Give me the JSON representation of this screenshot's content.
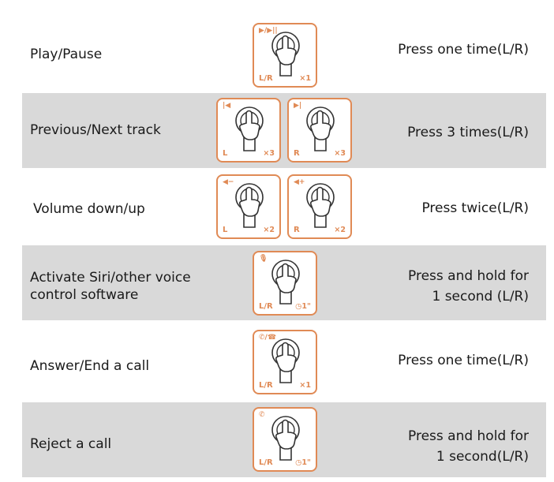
{
  "accent_color": "#e08a55",
  "rows": [
    {
      "action": [
        "Play/Pause"
      ],
      "result": [
        "Press one time(L/R)"
      ],
      "tiles": [
        {
          "icon": "play-pause-icon",
          "glyph": "▶/▶||",
          "side": "L/R",
          "count": "×1"
        }
      ]
    },
    {
      "action": [
        "Previous/Next track"
      ],
      "result": [
        "Press 3 times(L/R)"
      ],
      "tiles": [
        {
          "icon": "previous-track-icon",
          "glyph": "|◀",
          "side": "L",
          "count": "×3"
        },
        {
          "icon": "next-track-icon",
          "glyph": "▶|",
          "side": "R",
          "count": "×3"
        }
      ]
    },
    {
      "action": [
        "Volume down/up"
      ],
      "result": [
        "Press twice(L/R)"
      ],
      "tiles": [
        {
          "icon": "volume-down-icon",
          "glyph": "◀−",
          "side": "L",
          "count": "×2"
        },
        {
          "icon": "volume-up-icon",
          "glyph": "◀+",
          "side": "R",
          "count": "×2"
        }
      ]
    },
    {
      "action": [
        "Activate Siri/other voice",
        "control software"
      ],
      "result": [
        "Press and hold for",
        "1 second (L/R)"
      ],
      "tiles": [
        {
          "icon": "microphone-icon",
          "glyph": "🎙",
          "side": "L/R",
          "count": "◷1\""
        }
      ]
    },
    {
      "action": [
        "Answer/End a call"
      ],
      "result": [
        "Press one time(L/R)"
      ],
      "tiles": [
        {
          "icon": "answer-end-call-icon",
          "glyph": "✆/☎",
          "side": "L/R",
          "count": "×1"
        }
      ]
    },
    {
      "action": [
        "Reject a call"
      ],
      "result": [
        "Press and hold for",
        "1 second(L/R)"
      ],
      "tiles": [
        {
          "icon": "reject-call-icon",
          "glyph": "✆",
          "side": "L/R",
          "count": "◷1\""
        }
      ]
    }
  ]
}
